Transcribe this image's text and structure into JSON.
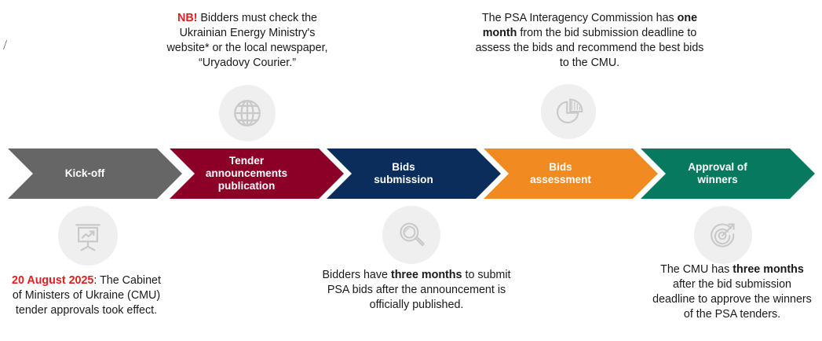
{
  "stray_mark": "/",
  "process": {
    "steps": [
      {
        "label": "Kick-off",
        "color": "#666666",
        "icon": "presentation-chart-icon"
      },
      {
        "label": "Tender\nannouncements\npublication",
        "color": "#8C0028",
        "icon": "globe-icon"
      },
      {
        "label": "Bids\nsubmission",
        "color": "#0B2D5C",
        "icon": "magnifier-icon"
      },
      {
        "label": "Bids\nassessment",
        "color": "#F18A21",
        "icon": "pie-chart-icon"
      },
      {
        "label": "Approval of\nwinners",
        "color": "#06795E",
        "icon": "target-icon"
      }
    ]
  },
  "callouts": {
    "tender_announcements": {
      "lead": "NB!",
      "lead_color": "#E02020",
      "body": " Bidders must check the Ukrainian Energy Ministry's website* or the local newspaper, “Uryadovy Courier.”"
    },
    "bids_assessment": {
      "part1": "The PSA Interagency Commission has ",
      "emphasis": "one month",
      "part2": " from the bid submission deadline to assess the bids and recommend the best bids to the CMU."
    },
    "kick_off": {
      "lead": "20 August 2025",
      "lead_color": "#E02020",
      "body": ": The Cabinet of Ministers of Ukraine (CMU) tender approvals took effect."
    },
    "bids_submission": {
      "part1": "Bidders have ",
      "emphasis": "three months",
      "part2": " to submit PSA bids after the announcement is officially published."
    },
    "approval_of_winners": {
      "part1": "The CMU has ",
      "emphasis": "three months",
      "part2": " after the bid submission deadline to approve the winners of the PSA tenders."
    }
  },
  "icon_names": {
    "globe": "globe-icon",
    "pie": "pie-chart-icon",
    "board": "presentation-chart-icon",
    "search": "magnifier-icon",
    "target": "target-icon"
  }
}
